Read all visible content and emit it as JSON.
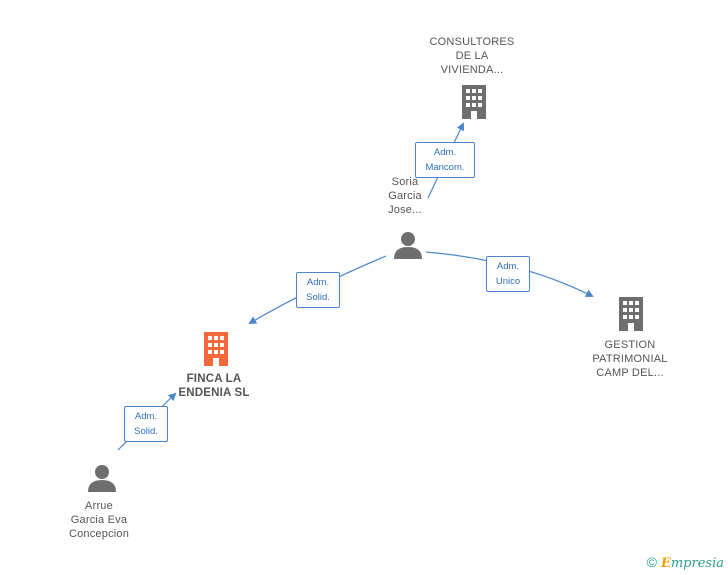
{
  "nodes": {
    "consultores": {
      "label": "CONSULTORES\nDE LA\nVIVIENDA...",
      "kind": "company"
    },
    "soria": {
      "label": "Soria\nGarcia\nJose...",
      "kind": "person"
    },
    "gestion": {
      "label": "GESTION\nPATRIMONIAL\nCAMP DEL...",
      "kind": "company"
    },
    "finca": {
      "label": "FINCA LA\nENDENIA  SL",
      "kind": "company-main"
    },
    "arrue": {
      "label": "Arrue\nGarcia Eva\nConcepcion",
      "kind": "person"
    }
  },
  "edges": {
    "soria_consultores": {
      "label": "Adm.\nMancom."
    },
    "soria_gestion": {
      "label": "Adm.\nUnico"
    },
    "soria_finca": {
      "label": "Adm.\nSolid."
    },
    "arrue_finca": {
      "label": "Adm.\nSolid."
    }
  },
  "colors": {
    "edge": "#4a86c8",
    "company_icon": "#6e6e6e",
    "main_icon": "#f26a3c",
    "person_icon": "#6e6e6e"
  },
  "footer": {
    "copyright": "©",
    "brand_e": "E",
    "brand_rest": "mpresia"
  }
}
